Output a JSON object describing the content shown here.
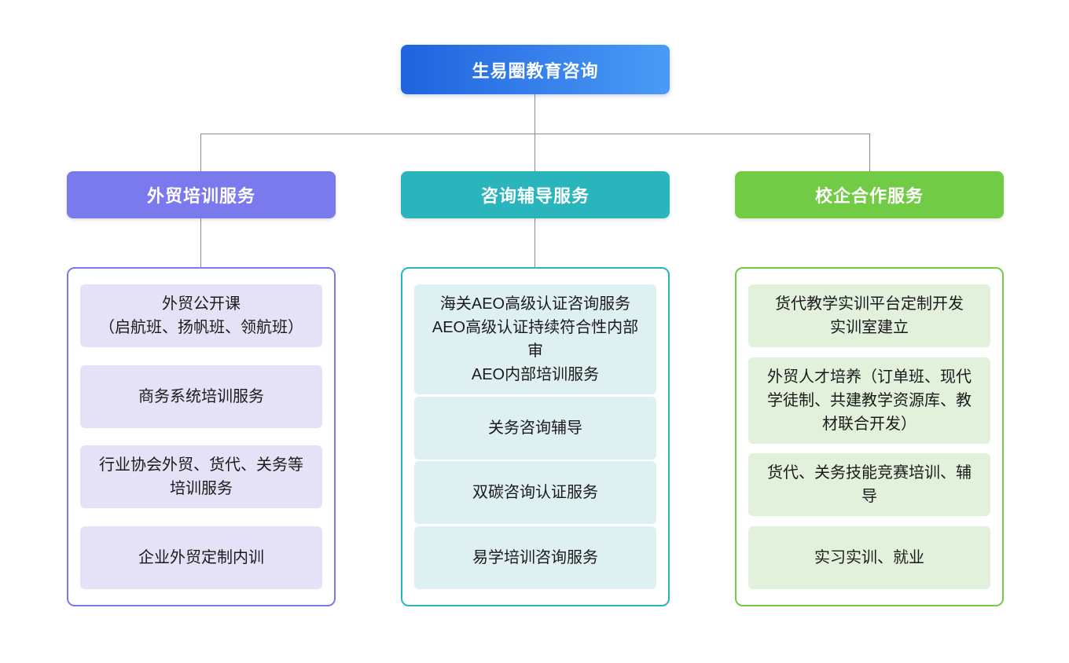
{
  "root": {
    "label": "生易圈教育咨询",
    "bg_gradient": [
      "#2063de",
      "#4a9bf7"
    ],
    "text_color": "#ffffff"
  },
  "connector_color": "#8b8b8b",
  "branches": [
    {
      "label": "外贸培训服务",
      "header_color": "#7b79ee",
      "border_color": "#7b79ee",
      "item_bg": "#e5e2f7",
      "items": [
        "外贸公开课\n（启航班、扬帆班、领航班）",
        "商务系统培训服务",
        "行业协会外贸、货代、关务等培训服务",
        "企业外贸定制内训"
      ]
    },
    {
      "label": "咨询辅导服务",
      "header_color": "#2ab5bc",
      "border_color": "#2ab5bc",
      "item_bg": "#def0f2",
      "items": [
        "海关AEO高级认证咨询服务\nAEO高级认证持续符合性内部审\nAEO内部培训服务",
        "关务咨询辅导",
        "双碳咨询认证服务",
        "易学培训咨询服务"
      ]
    },
    {
      "label": "校企合作服务",
      "header_color": "#72cb45",
      "border_color": "#72cb45",
      "item_bg": "#e1f1dc",
      "items": [
        "货代教学实训平台定制开发\n实训室建立",
        "外贸人才培养（订单班、现代学徒制、共建教学资源库、教材联合开发）",
        "货代、关务技能竞赛培训、辅导",
        "实习实训、就业"
      ]
    }
  ]
}
